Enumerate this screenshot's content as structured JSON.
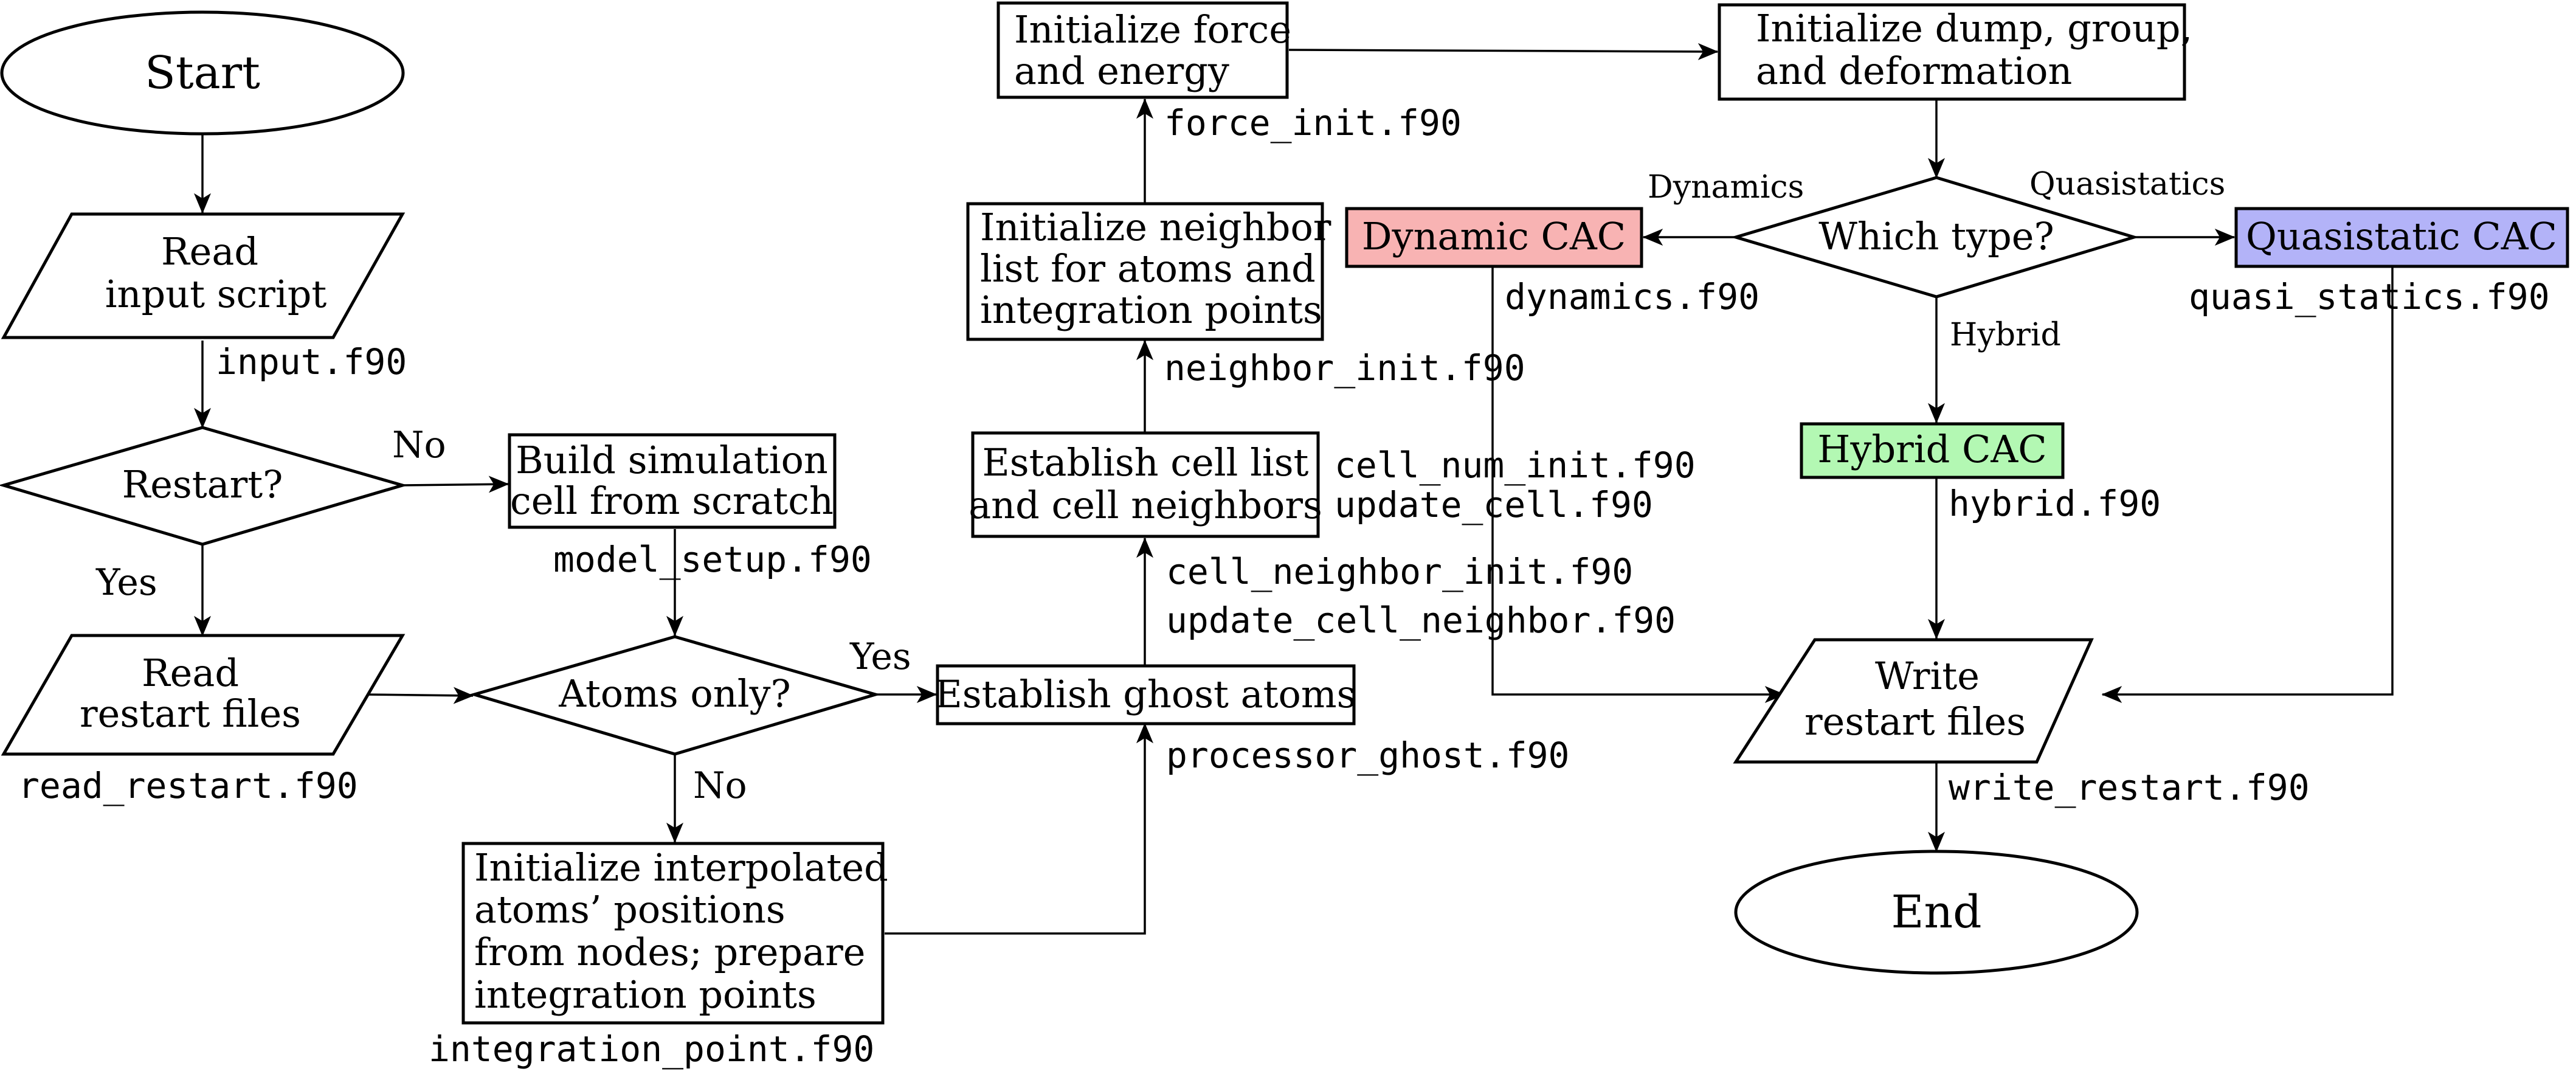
{
  "nodes": {
    "start": "Start",
    "read_input": [
      "Read",
      "input script"
    ],
    "restart": "Restart?",
    "read_restart": [
      "Read",
      "restart files"
    ],
    "build_cell": [
      "Build simulation",
      "cell from scratch"
    ],
    "atoms_only": "Atoms only?",
    "init_interp": [
      "Initialize interpolated",
      "atoms’ positions",
      "from nodes; prepare",
      "integration points"
    ],
    "ghost": "Establish ghost atoms",
    "cell_list": [
      "Establish cell list",
      "and cell neighbors"
    ],
    "neighbor_list": [
      "Initialize neighbor",
      "list for atoms and",
      "integration points"
    ],
    "force_energy": [
      "Initialize force",
      "and energy"
    ],
    "dump": [
      "Initialize dump, group,",
      "and deformation"
    ],
    "which_type": "Which type?",
    "dynamic": "Dynamic CAC",
    "quasistatic": "Quasistatic CAC",
    "hybrid": "Hybrid CAC",
    "write_restart": [
      "Write",
      "restart files"
    ],
    "end": "End"
  },
  "files": {
    "input": "input.f90",
    "read_restart": "read_restart.f90",
    "model_setup": "model_setup.f90",
    "integration_point": "integration_point.f90",
    "processor_ghost": "processor_ghost.f90",
    "cell_neighbor": [
      "cell_neighbor_init.f90",
      "update_cell_neighbor.f90"
    ],
    "cell_num": [
      "cell_num_init.f90",
      "update_cell.f90"
    ],
    "neighbor_init": "neighbor_init.f90",
    "force_init": "force_init.f90",
    "dynamics": "dynamics.f90",
    "quasi_statics": "quasi_statics.f90",
    "hybrid": "hybrid.f90",
    "write_restart": "write_restart.f90"
  },
  "edge_labels": {
    "restart_no": "No",
    "restart_yes": "Yes",
    "atoms_yes": "Yes",
    "atoms_no": "No",
    "dynamics": "Dynamics",
    "quasistatics": "Quasistatics",
    "hybrid": "Hybrid"
  },
  "colors": {
    "dynamic": "#f8b3b3",
    "quasistatic": "#b3b3f8",
    "hybrid": "#b3f8b3"
  }
}
